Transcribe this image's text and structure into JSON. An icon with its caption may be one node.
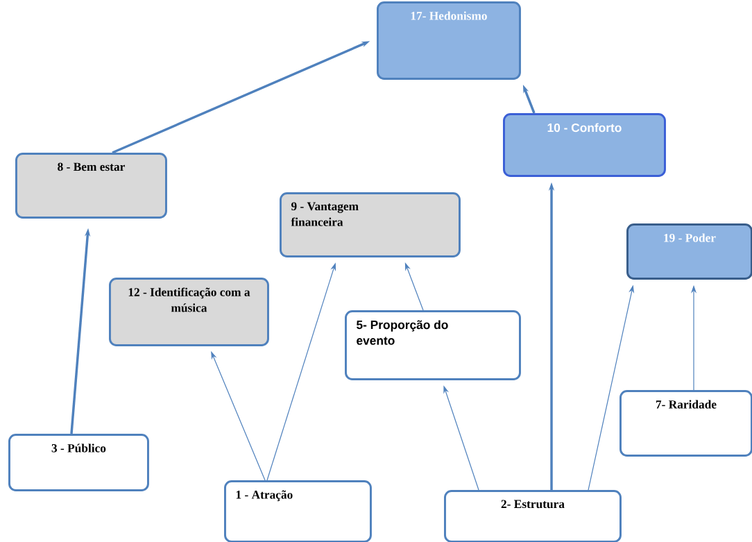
{
  "diagram": {
    "nodes": [
      {
        "text": [
          "17- Hedonismo"
        ]
      },
      {
        "text": [
          "10 - Conforto"
        ]
      },
      {
        "text": [
          "8 - Bem estar"
        ]
      },
      {
        "text": [
          "9 - Vantagem financeira"
        ]
      },
      {
        "text": [
          "19 - Poder"
        ]
      },
      {
        "text": [
          "12 - Identificação com a música"
        ]
      },
      {
        "text": [
          "5- Proporção do evento"
        ]
      },
      {
        "text": [
          "7- Raridade"
        ]
      },
      {
        "text": [
          "3 - Público"
        ]
      },
      {
        "text": [
          "1 - Atração"
        ]
      },
      {
        "text": [
          "2- Estrutura"
        ]
      }
    ],
    "edges": [
      {
        "from": 8,
        "to": 2,
        "arrow": "to",
        "style": "thick"
      },
      {
        "from": 2,
        "to": 0,
        "arrow": "to",
        "style": "thick"
      },
      {
        "from": 1,
        "to": 0,
        "arrow": "to",
        "style": "thick"
      },
      {
        "from": 10,
        "to": 1,
        "arrow": "to",
        "style": "thick"
      },
      {
        "from": 9,
        "to": 5,
        "arrow": "to"
      },
      {
        "from": 9,
        "to": 3,
        "arrow": "to"
      },
      {
        "from": 6,
        "to": 3,
        "arrow": "to"
      },
      {
        "from": 10,
        "to": 6,
        "arrow": "to"
      },
      {
        "from": 10,
        "to": 4,
        "arrow": "to"
      },
      {
        "from": 7,
        "to": 4,
        "arrow": "to"
      }
    ]
  }
}
